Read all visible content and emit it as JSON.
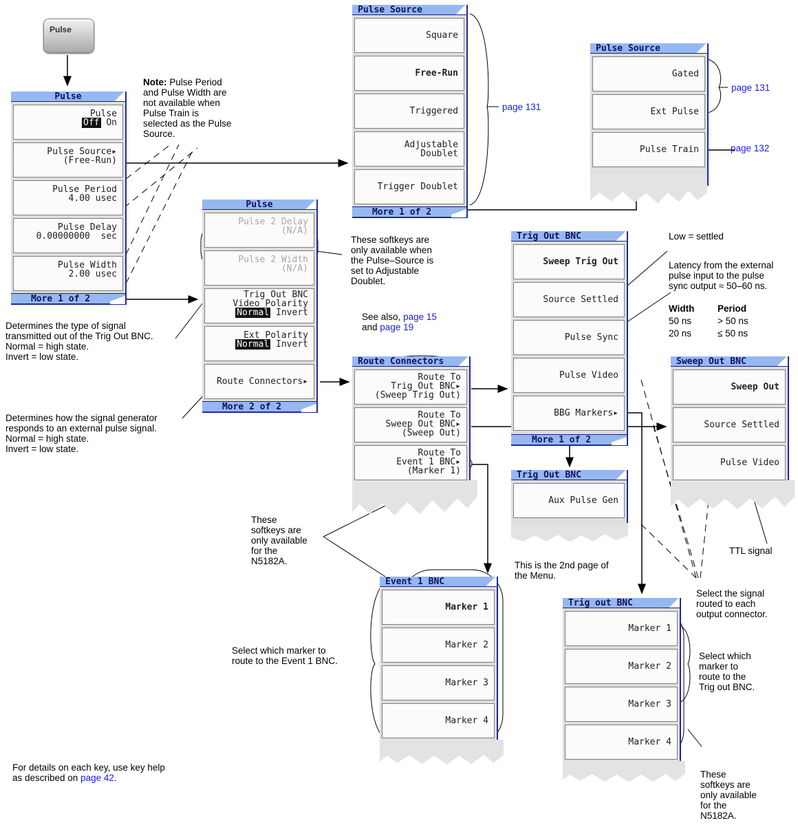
{
  "pulse_hardkey": {
    "label": "Pulse"
  },
  "menus": {
    "pulse1": {
      "title": "Pulse",
      "keys": {
        "pulse": "Pulse",
        "pulse_off": "Off",
        "pulse_on": "On",
        "source": "Pulse Source",
        "source_val": "(Free-Run)",
        "period": "Pulse Period",
        "period_val": "4.00 usec",
        "delay": "Pulse Delay",
        "delay_val": "0.00000000  sec",
        "width": "Pulse Width",
        "width_val": "2.00 usec"
      },
      "more": "More 1 of 2"
    },
    "pulse2": {
      "title": "Pulse",
      "keys": {
        "p2delay": "Pulse 2 Delay",
        "p2delay_val": "(N/A)",
        "p2width": "Pulse 2 Width",
        "p2width_val": "(N/A)",
        "trig1": "Trig Out BNC",
        "trig2": "Video Polarity",
        "normal": "Normal",
        "invert": "Invert",
        "ext": "Ext Polarity",
        "route": "Route Connectors"
      },
      "more": "More 2 of 2"
    },
    "source1": {
      "title": "Pulse Source",
      "keys": [
        "Square",
        "Free-Run",
        "Triggered",
        "Adjustable",
        "Doublet",
        "Trigger Doublet"
      ],
      "more": "More 1 of 2"
    },
    "source2": {
      "title": "Pulse Source",
      "keys": [
        "Gated",
        "Ext Pulse",
        "Pulse Train"
      ]
    },
    "route": {
      "title": "Route Connectors",
      "title_a": "Route",
      "title_b": "Connectors",
      "keys": {
        "k1a": "Route To",
        "k1b": "Trig Out BNC",
        "k1c": "(Sweep Trig Out)",
        "k2a": "Route To",
        "k2b": "Sweep Out BNC",
        "k2c": "(Sweep Out)",
        "k3a": "Route To",
        "k3b": "Event 1 BNC",
        "k3c": "(Marker 1)"
      }
    },
    "trigout": {
      "title": "Trig Out BNC",
      "keys": [
        "Sweep Trig Out",
        "Source Settled",
        "Pulse Sync",
        "Pulse Video",
        "BBG Markers"
      ],
      "more": "More 1 of 2"
    },
    "trigout2": {
      "title": "Trig Out BNC",
      "keys": [
        "Aux Pulse Gen"
      ]
    },
    "sweepout": {
      "title": "Sweep Out BNC",
      "keys": [
        "Sweep Out",
        "Source Settled",
        "Pulse Video"
      ]
    },
    "event1": {
      "title": "Event 1 BNC",
      "keys": [
        "Marker 1",
        "Marker 2",
        "Marker 3",
        "Marker 4"
      ]
    },
    "trigout_markers": {
      "title": "Trig out BNC",
      "keys": [
        "Marker 1",
        "Marker 2",
        "Marker 3",
        "Marker 4"
      ]
    }
  },
  "annotations": {
    "note_bold": "Note:",
    "note_text": [
      " Pulse Period",
      "and Pulse Width are",
      "not available when",
      "Pulse Train is",
      "selected as the Pulse",
      "Source."
    ],
    "page131a": "page 131",
    "page131b": "page 131",
    "page132": "page 132",
    "softkeys_avail": [
      "These softkeys are",
      "only available when",
      "the Pulse–Source is",
      "set to Adjustable",
      "Doublet."
    ],
    "trig_type": [
      "Determines the type of signal",
      "transmitted out of the Trig Out BNC.",
      "Normal = high state.",
      "Invert = low state."
    ],
    "ext_pol": [
      "Determines how the signal generator",
      "responds to an external pulse signal.",
      "Normal = high state.",
      "Invert = low state."
    ],
    "see_also": "See also,",
    "page15": "page 15",
    "and": "and",
    "page19": "page 19",
    "low_settled": "Low = settled",
    "latency": [
      "Latency from the external",
      "pulse input to the pulse",
      "sync output ≈ 50–60 ns."
    ],
    "width_hdr": "Width",
    "period_hdr": "Period",
    "row1_w": "50 ns",
    "row1_p": "> 50 ns",
    "row2_w": "20 ns",
    "row2_p": "≤ 50 ns",
    "n5182_a": [
      "These",
      "softkeys are",
      "only available",
      "for the",
      "N5182A."
    ],
    "second_page": [
      "This is the 2nd page of",
      "the Menu."
    ],
    "ttl": "TTL signal",
    "select_signal": [
      "Select the signal",
      "routed to each",
      "output connector."
    ],
    "select_marker_event": [
      "Select which marker to",
      "route to the Event 1 BNC."
    ],
    "select_marker_trig": [
      "Select which",
      "marker to",
      "route to the",
      "Trig out BNC."
    ],
    "n5182_b": [
      "These",
      "softkeys are",
      "only available",
      "for the",
      "N5182A."
    ],
    "details": "For details on each key, use key help",
    "details2": "as described on",
    "page42": "page 42",
    "period": "."
  },
  "colors": {
    "menu_header": "#96b8f0",
    "link": "#1a1aee",
    "menu_border": "#1f2a9a"
  }
}
